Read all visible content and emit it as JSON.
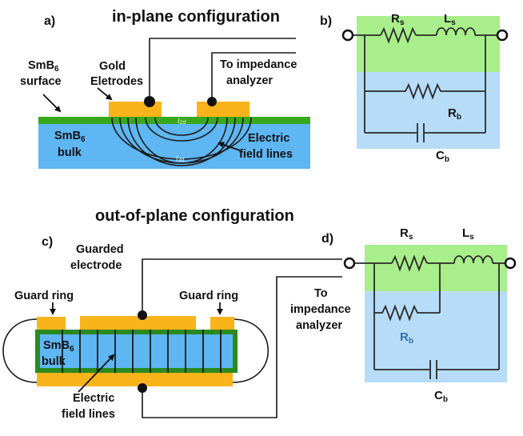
{
  "panel_a": {
    "letter": "a)",
    "title": "in-plane configuration",
    "surface_label_line1": "SmB",
    "surface_label_sub": "6",
    "surface_label_line2": "surface",
    "electrodes_label_line1": "Gold",
    "electrodes_label_line2": "Eletrodes",
    "analyzer_label_line1": "To impedance",
    "analyzer_label_line2": "analyzer",
    "bulk_label_line1": "SmB",
    "bulk_label_sub": "6",
    "bulk_label_line2": "bulk",
    "field_label_line1": "Electric",
    "field_label_line2": "field lines",
    "i2d_main": "I",
    "i2d_sub": "2d",
    "i3d_main": "I",
    "i3d_sub": "3d"
  },
  "panel_b": {
    "letter": "b)",
    "rs_main": "R",
    "rs_sub": "s",
    "ls_main": "L",
    "ls_sub": "s",
    "rb_main": "R",
    "rb_sub": "b",
    "cb_main": "C",
    "cb_sub": "b"
  },
  "panel_c": {
    "letter": "c)",
    "title": "out-of-plane configuration",
    "guarded_line1": "Guarded",
    "guarded_line2": "electrode",
    "guard_ring_left": "Guard ring",
    "guard_ring_right": "Guard ring",
    "bulk_label_line1": "SmB",
    "bulk_label_sub": "6",
    "bulk_label_line2": "bulk",
    "field_label_line1": "Electric",
    "field_label_line2": "field lines",
    "analyzer_line1": "To",
    "analyzer_line2": "impedance",
    "analyzer_line3": "analyzer"
  },
  "panel_d": {
    "letter": "d)",
    "rs_main": "R",
    "rs_sub": "s",
    "ls_main": "L",
    "ls_sub": "s",
    "rb_main": "R",
    "rb_sub": "b",
    "cb_main": "C",
    "cb_sub": "b"
  },
  "colors": {
    "gold": "#f9b31b",
    "surface_green": "#3aa81c",
    "bulk_blue": "#5eb6f2",
    "light_green": "#a8ee8a",
    "light_blue": "#b6dcf7",
    "dark_green": "#2b8a1f",
    "wire": "#1a1a1a",
    "rb_text_blue": "#2d6ea8"
  }
}
